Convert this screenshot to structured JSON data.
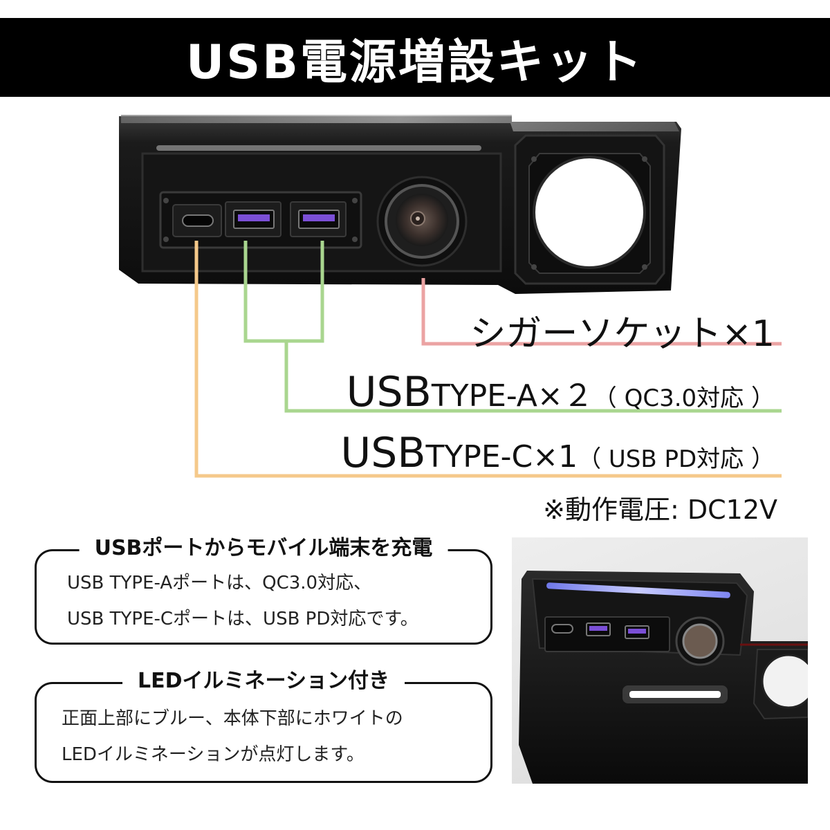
{
  "title": "USB電源増設キット",
  "labels": {
    "cigar": "シガーソケット×1",
    "usb_a_main": "USB",
    "usb_a_type": "TYPE-A",
    "usb_a_count": "×２",
    "usb_a_note": "（ QC3.0対応 ）",
    "usb_c_main": "USB",
    "usb_c_type": "TYPE-C",
    "usb_c_count": "×1",
    "usb_c_note": "（ USB PD対応 ）",
    "voltage_note": "※動作電圧: DC12V"
  },
  "features": [
    {
      "heading": "USBポートからモバイル端末を充電",
      "lines": [
        "USB TYPE-Aポートは、QC3.0対応、",
        "USB TYPE-Cポートは、USB PD対応です。"
      ]
    },
    {
      "heading": "LEDイルミネーション付き",
      "lines": [
        "正面上部にブルー、本体下部にホワイトの",
        "LEDイルミネーションが点灯します。"
      ]
    }
  ],
  "colors": {
    "usb_c_line": "#f5c98a",
    "usb_a_line": "#a9d68f",
    "cigar_line": "#eba3a3",
    "usb_a_port": "#7b4fd6",
    "led_blue": "#9ea8ff",
    "led_white": "#ffffff"
  }
}
